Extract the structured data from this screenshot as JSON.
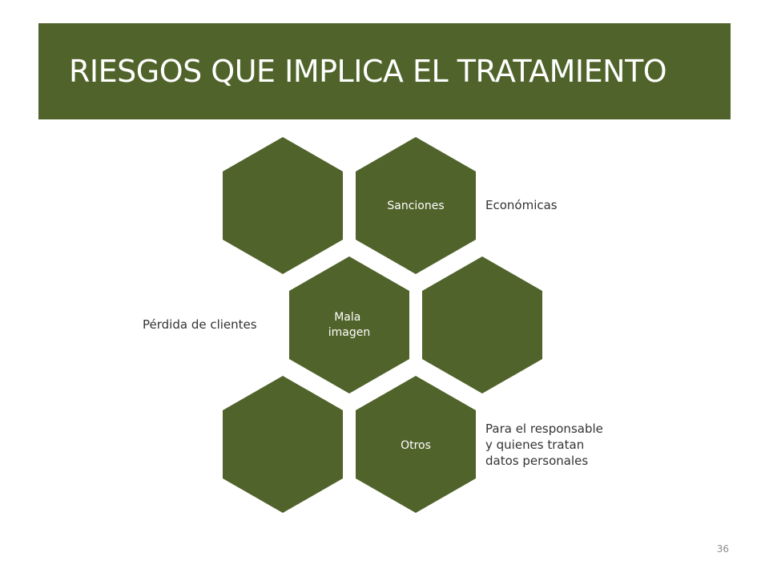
{
  "title": "RIESGOS QUE IMPLICA EL TRATAMIENTO",
  "colors": {
    "banner": "#50632a",
    "hexagon": "#50632a",
    "hexagon_text": "#ffffff",
    "label_text": "#333333"
  },
  "hexagons": [
    {
      "id": "blank-top-left",
      "label": ""
    },
    {
      "id": "sanciones",
      "label": "Sanciones"
    },
    {
      "id": "mala-imagen",
      "label": "Mala imagen"
    },
    {
      "id": "blank-middle-right",
      "label": ""
    },
    {
      "id": "blank-bottom-left",
      "label": ""
    },
    {
      "id": "otros",
      "label": "Otros"
    }
  ],
  "side_labels": {
    "economicas": "Económicas",
    "perdida_clientes": "Pérdida de clientes",
    "para_responsable": "Para el responsable\ny quienes tratan\ndatos personales"
  },
  "page_number": "36"
}
